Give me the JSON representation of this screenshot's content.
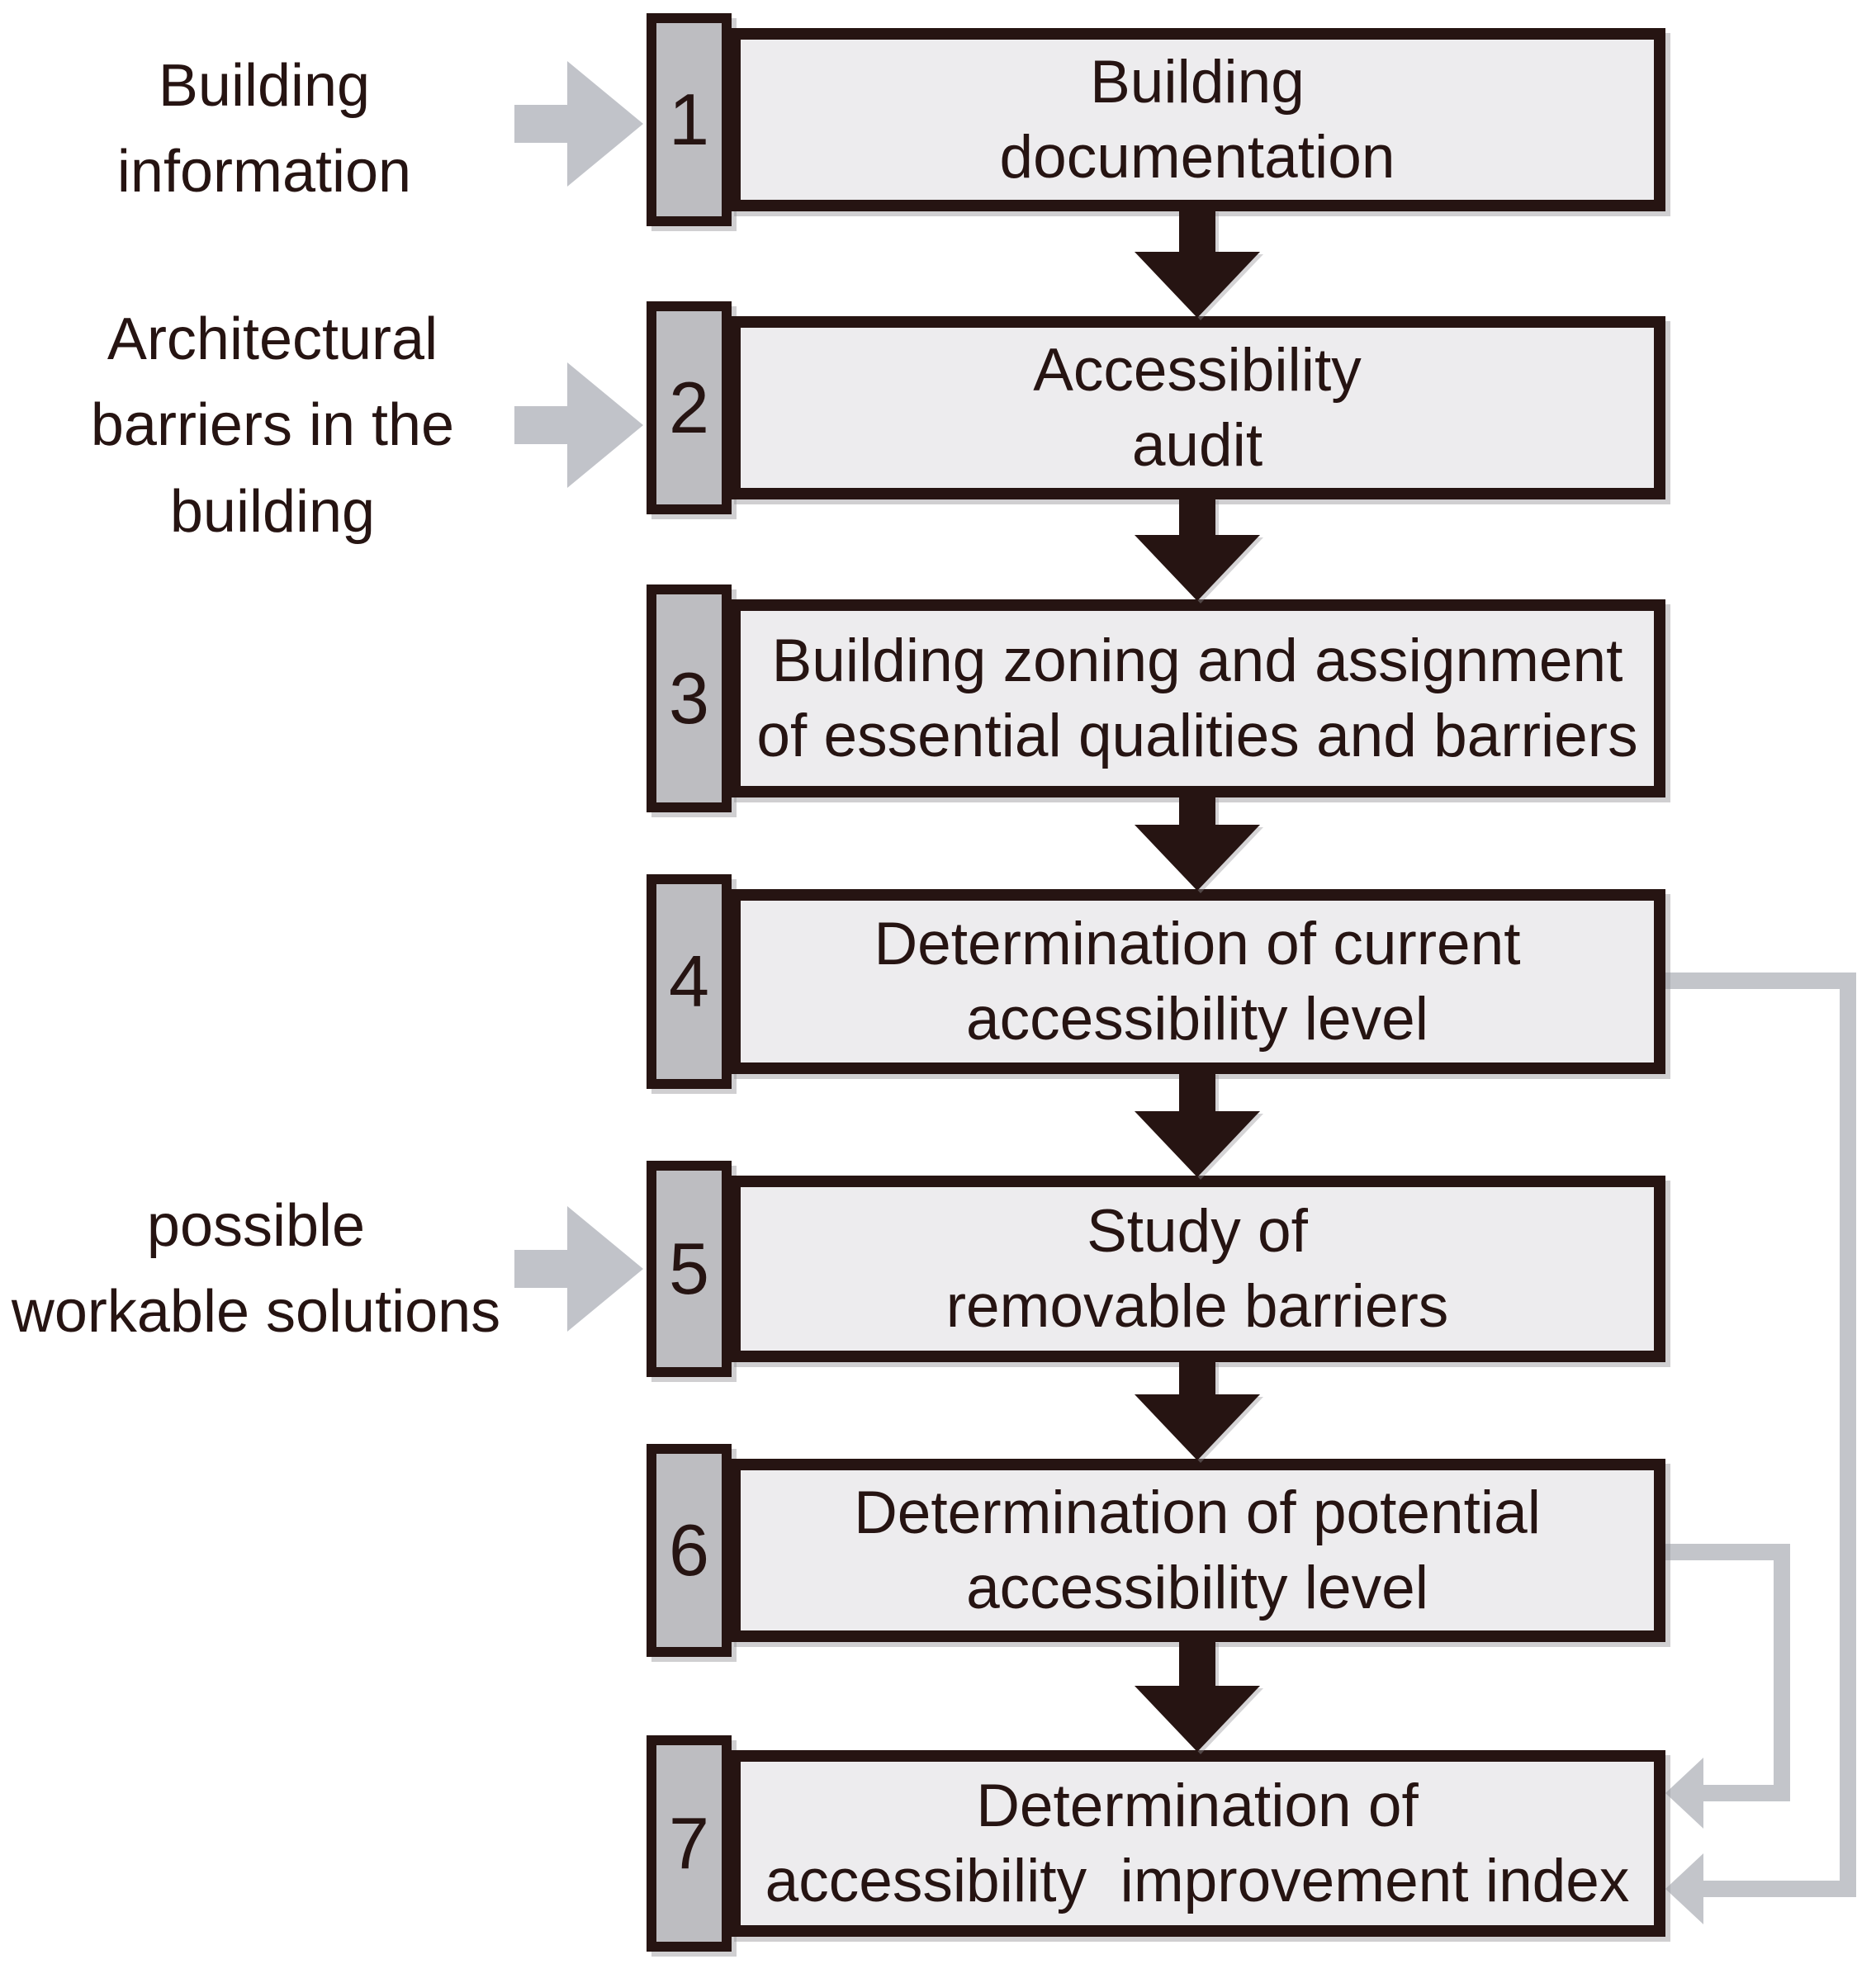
{
  "diagram": {
    "title": "Accessibility assessment process flowchart",
    "colors": {
      "background": "#ffffff",
      "box_fill": "#edecee",
      "box_border": "#261412",
      "tab_fill": "#bdbdc1",
      "text": "#261412",
      "flow_arrow": "#261412",
      "input_arrow": "#c1c3c9",
      "feedback_line": "#c3c5ca"
    },
    "steps": [
      {
        "number": "1",
        "label": "Building\ndocumentation"
      },
      {
        "number": "2",
        "label": "Accessibility\naudit"
      },
      {
        "number": "3",
        "label": "Building zoning and assignment\nof essential qualities and barriers"
      },
      {
        "number": "4",
        "label": "Determination of current\naccessibility level"
      },
      {
        "number": "5",
        "label": "Study of\nremovable barriers"
      },
      {
        "number": "6",
        "label": "Determination of potential\naccessibility level"
      },
      {
        "number": "7",
        "label": "Determination of\naccessibility  improvement index"
      }
    ],
    "inputs": [
      {
        "label": "Building\ninformation",
        "target_step": "1"
      },
      {
        "label": "Architectural\nbarriers in the\nbuilding",
        "target_step": "2"
      },
      {
        "label": "possible\nworkable solutions",
        "target_step": "5"
      }
    ],
    "flow_arrows": [
      {
        "from": "1",
        "to": "2"
      },
      {
        "from": "2",
        "to": "3"
      },
      {
        "from": "3",
        "to": "4"
      },
      {
        "from": "4",
        "to": "5"
      },
      {
        "from": "5",
        "to": "6"
      },
      {
        "from": "6",
        "to": "7"
      }
    ],
    "feedback_links": [
      {
        "from": "4",
        "to": "7"
      },
      {
        "from": "6",
        "to": "7"
      }
    ]
  }
}
